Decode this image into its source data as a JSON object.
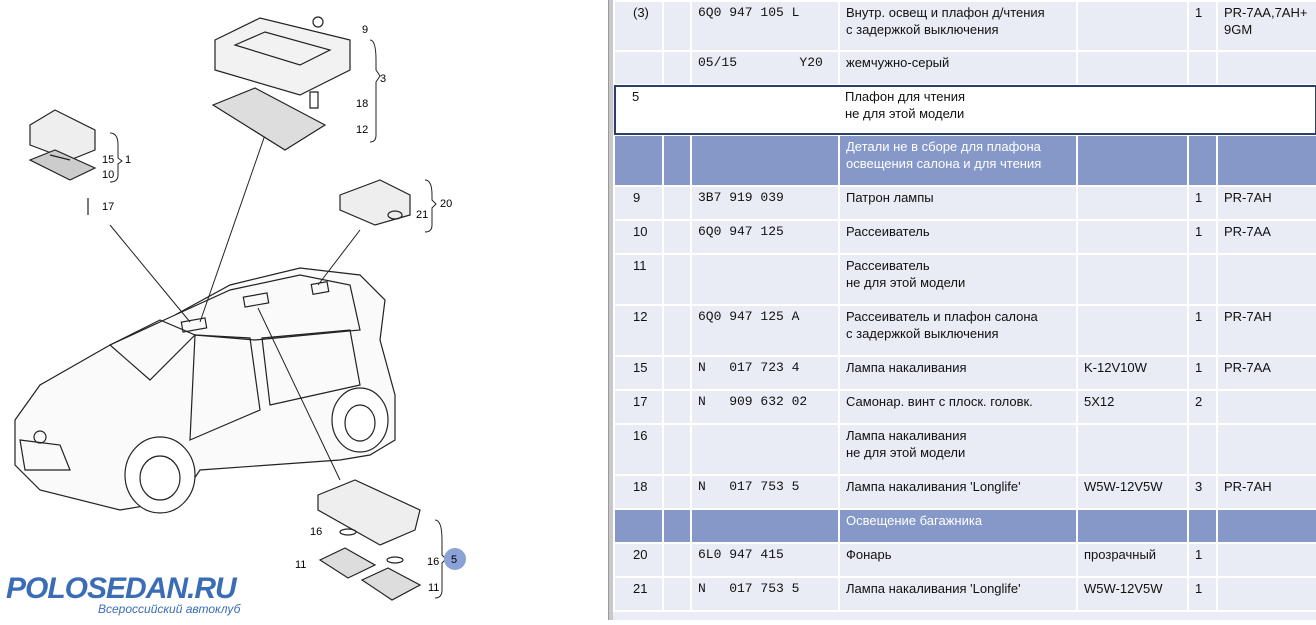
{
  "diagram": {
    "callouts": [
      "9",
      "3",
      "18",
      "12",
      "15",
      "1",
      "10",
      "17",
      "20",
      "21",
      "16",
      "16",
      "5",
      "11",
      "11"
    ]
  },
  "logo": {
    "title": "POLOSEDAN.RU",
    "subtitle": "Всероссийский автоклуб"
  },
  "rows": [
    {
      "type": "row",
      "pos": "(3)",
      "part": "6Q0 947 105 L",
      "desc": "Внутр. освещ и плафон д/чтения\nс задержкой выключения",
      "note": "",
      "qty": "1",
      "model": "PR-7AA,7AH+\n9GM"
    },
    {
      "type": "row",
      "pos": "",
      "part": "05/15        Y20",
      "desc": "жемчужно-серый",
      "note": "",
      "qty": "",
      "model": ""
    },
    {
      "type": "sel",
      "pos": "5",
      "part": "",
      "desc": "Плафон для чтения\nне для этой модели",
      "note": "",
      "qty": "",
      "model": ""
    },
    {
      "type": "hdr",
      "pos": "",
      "part": "",
      "desc": "Детали не в сборе для плафона\nосвещения салона и для чтения",
      "note": "",
      "qty": "",
      "model": ""
    },
    {
      "type": "row",
      "pos": "9",
      "part": "3B7 919 039",
      "desc": "Патрон лампы",
      "note": "",
      "qty": "1",
      "model": "PR-7AH"
    },
    {
      "type": "row",
      "pos": "10",
      "part": "6Q0 947 125",
      "desc": "Рассеиватель",
      "note": "",
      "qty": "1",
      "model": "PR-7AA"
    },
    {
      "type": "row",
      "pos": "11",
      "part": "",
      "desc": "Рассеиватель\nне для этой модели",
      "note": "",
      "qty": "",
      "model": ""
    },
    {
      "type": "row",
      "pos": "12",
      "part": "6Q0 947 125 A",
      "desc": "Рассеиватель и плафон салона\nс задержкой выключения",
      "note": "",
      "qty": "1",
      "model": "PR-7AH"
    },
    {
      "type": "row",
      "pos": "15",
      "part": "N   017 723 4",
      "desc": "Лампа накаливания",
      "note": "K-12V10W",
      "qty": "1",
      "model": "PR-7AA"
    },
    {
      "type": "row",
      "pos": "17",
      "part": "N   909 632 02",
      "desc": "Самонар. винт с плоск. головк.",
      "note": "5X12",
      "qty": "2",
      "model": ""
    },
    {
      "type": "row",
      "pos": "16",
      "part": "",
      "desc": "Лампа накаливания\nне для этой модели",
      "note": "",
      "qty": "",
      "model": ""
    },
    {
      "type": "row",
      "pos": "18",
      "part": "N   017 753 5",
      "desc": "Лампа накаливания 'Longlife'",
      "note": "W5W-12V5W",
      "qty": "3",
      "model": "PR-7AH"
    },
    {
      "type": "hdr",
      "pos": "",
      "part": "",
      "desc": "Освещение багажника",
      "note": "",
      "qty": "",
      "model": ""
    },
    {
      "type": "row",
      "pos": "20",
      "part": "6L0 947 415",
      "desc": "Фонарь",
      "note": "прозрачный",
      "qty": "1",
      "model": ""
    },
    {
      "type": "row",
      "pos": "21",
      "part": "N   017 753 5",
      "desc": "Лампа накаливания 'Longlife'",
      "note": "W5W-12V5W",
      "qty": "1",
      "model": ""
    }
  ]
}
